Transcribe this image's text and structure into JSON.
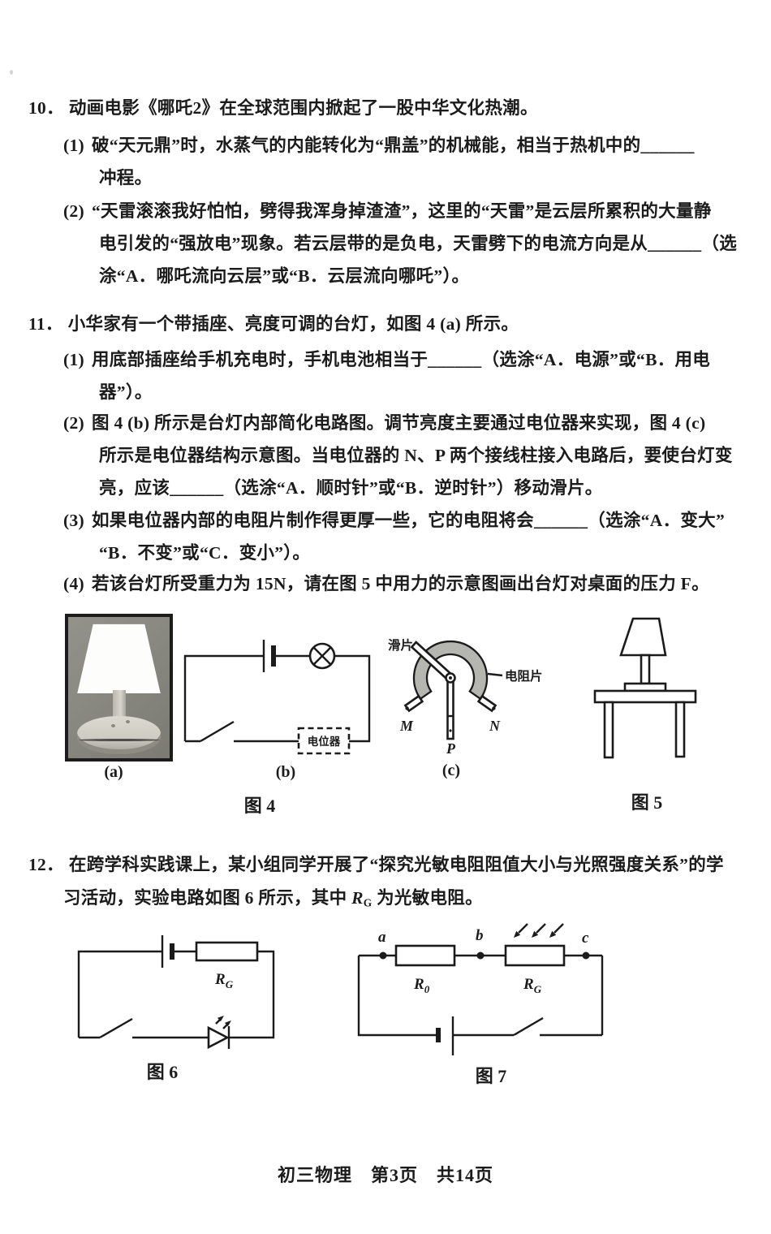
{
  "footer": {
    "text": "初三物理　第3页　共14页"
  },
  "q10": {
    "num": "10．",
    "stem": "动画电影《哪吒2》在全球范围内掀起了一股中华文化热潮。",
    "p1": {
      "num": "(1)",
      "l1": "破“天元鼎”时，水蒸气的内能转化为“鼎盖”的机械能，相当于热机中的______",
      "l2": "冲程。"
    },
    "p2": {
      "num": "(2)",
      "l1": "“天雷滚滚我好怕怕，劈得我浑身掉渣渣”，这里的“天雷”是云层所累积的大量静",
      "l2": "电引发的“强放电”现象。若云层带的是负电，天雷劈下的电流方向是从______（选",
      "l3": "涂“A．哪吒流向云层”或“B．云层流向哪吒”）。"
    }
  },
  "q11": {
    "num": "11．",
    "stem": "小华家有一个带插座、亮度可调的台灯，如图 4 (a) 所示。",
    "p1": {
      "num": "(1)",
      "l1": "用底部插座给手机充电时，手机电池相当于______（选涂“A．电源”或“B．用电",
      "l2": "器”）。"
    },
    "p2": {
      "num": "(2)",
      "l1": "图 4 (b) 所示是台灯内部简化电路图。调节亮度主要通过电位器来实现，图 4 (c)",
      "l2": "所示是电位器结构示意图。当电位器的 N、P 两个接线柱接入电路后，要使台灯变",
      "l3": "亮，应该______（选涂“A．顺时针”或“B．逆时针”）移动滑片。"
    },
    "p3": {
      "num": "(3)",
      "l1": "如果电位器内部的电阻片制作得更厚一些，它的电阻将会______（选涂“A．变大”",
      "l2": "“B．不变”或“C．变小”）。"
    },
    "p4": {
      "num": "(4)",
      "l1": "若该台灯所受重力为 15N，请在图 5 中用力的示意图画出台灯对桌面的压力 F。"
    }
  },
  "q12": {
    "num": "12．",
    "l1": "在跨学科实践课上，某小组同学开展了“探究光敏电阻阻值大小与光照强度关系”的学",
    "l2a": "习活动，实验电路如图 6 所示，其中 ",
    "l2r": "R",
    "l2sub": "G",
    "l2b": " 为光敏电阻。"
  },
  "fig4": {
    "caption": "图 4",
    "a_label": "(a)",
    "b_label": "(b)",
    "c_label": "(c)",
    "potentiometer_box": "电位器",
    "slider": "滑片",
    "strip": "电阻片",
    "m": "M",
    "p": "P",
    "n": "N"
  },
  "fig5": {
    "caption": "图 5"
  },
  "fig6": {
    "caption": "图 6",
    "r": "R",
    "rsub": "G"
  },
  "fig7": {
    "caption": "图 7",
    "a": "a",
    "b": "b",
    "c": "c",
    "r0": "R",
    "r0sub": "0",
    "rg": "R",
    "rgsub": "G"
  }
}
